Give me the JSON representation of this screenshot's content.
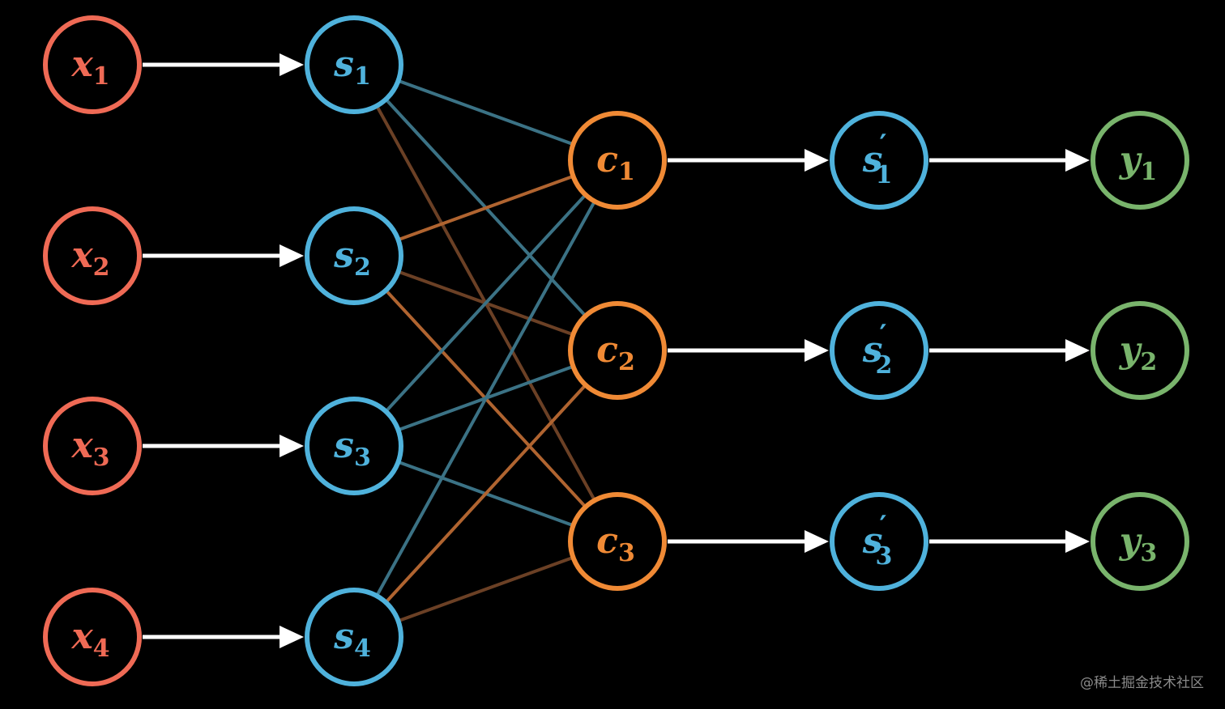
{
  "colors": {
    "background": "#000000",
    "input": "#ef6a55",
    "state": "#4fb2dc",
    "context": "#f08a35",
    "output": "#79b46c",
    "arrow": "#ffffff",
    "link_blue": "#3b7285",
    "link_orange": "#b06430",
    "link_brown": "#6b4025"
  },
  "columns": {
    "inputs": [
      {
        "id": "x1",
        "base": "x",
        "sub": "1"
      },
      {
        "id": "x2",
        "base": "x",
        "sub": "2"
      },
      {
        "id": "x3",
        "base": "x",
        "sub": "3"
      },
      {
        "id": "x4",
        "base": "x",
        "sub": "4"
      }
    ],
    "states": [
      {
        "id": "s1",
        "base": "s",
        "sub": "1"
      },
      {
        "id": "s2",
        "base": "s",
        "sub": "2"
      },
      {
        "id": "s3",
        "base": "s",
        "sub": "3"
      },
      {
        "id": "s4",
        "base": "s",
        "sub": "4"
      }
    ],
    "contexts": [
      {
        "id": "c1",
        "base": "c",
        "sub": "1"
      },
      {
        "id": "c2",
        "base": "c",
        "sub": "2"
      },
      {
        "id": "c3",
        "base": "c",
        "sub": "3"
      }
    ],
    "decoder_states": [
      {
        "id": "sp1",
        "base": "s",
        "sub": "1",
        "prime": "′"
      },
      {
        "id": "sp2",
        "base": "s",
        "sub": "2",
        "prime": "′"
      },
      {
        "id": "sp3",
        "base": "s",
        "sub": "3",
        "prime": "′"
      }
    ],
    "outputs": [
      {
        "id": "y1",
        "base": "y",
        "sub": "1"
      },
      {
        "id": "y2",
        "base": "y",
        "sub": "2"
      },
      {
        "id": "y3",
        "base": "y",
        "sub": "3"
      }
    ]
  },
  "arrows": [
    [
      "x1",
      "s1"
    ],
    [
      "x2",
      "s2"
    ],
    [
      "x3",
      "s3"
    ],
    [
      "x4",
      "s4"
    ],
    [
      "c1",
      "sp1"
    ],
    [
      "c2",
      "sp2"
    ],
    [
      "c3",
      "sp3"
    ],
    [
      "sp1",
      "y1"
    ],
    [
      "sp2",
      "y2"
    ],
    [
      "sp3",
      "y3"
    ]
  ],
  "links": [
    {
      "from": "s1",
      "to": "c1",
      "tone": "link_blue"
    },
    {
      "from": "s1",
      "to": "c2",
      "tone": "link_blue"
    },
    {
      "from": "s1",
      "to": "c3",
      "tone": "link_brown"
    },
    {
      "from": "s2",
      "to": "c1",
      "tone": "link_orange"
    },
    {
      "from": "s2",
      "to": "c2",
      "tone": "link_brown"
    },
    {
      "from": "s2",
      "to": "c3",
      "tone": "link_orange"
    },
    {
      "from": "s3",
      "to": "c1",
      "tone": "link_blue"
    },
    {
      "from": "s3",
      "to": "c2",
      "tone": "link_blue"
    },
    {
      "from": "s3",
      "to": "c3",
      "tone": "link_blue"
    },
    {
      "from": "s4",
      "to": "c1",
      "tone": "link_blue"
    },
    {
      "from": "s4",
      "to": "c2",
      "tone": "link_orange"
    },
    {
      "from": "s4",
      "to": "c3",
      "tone": "link_brown"
    }
  ],
  "watermark": "@稀土掘金技术社区"
}
